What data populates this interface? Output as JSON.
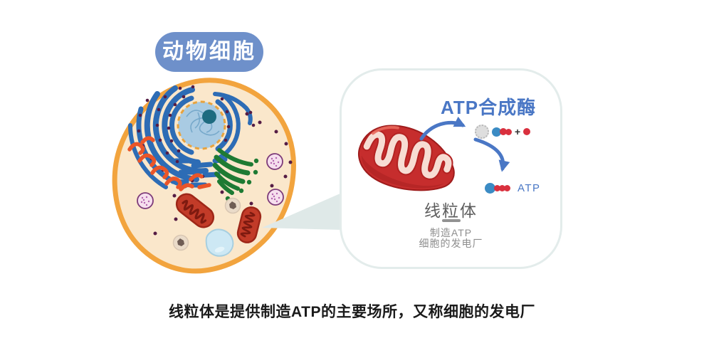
{
  "title_badge": {
    "label": "动物细胞"
  },
  "callout": {
    "enzyme_title": "ATP合成酶",
    "plus_sign": "+",
    "atp_label": "ATP",
    "organelle_name": "线粒体",
    "function_line1": "制造ATP",
    "function_line2": "细胞的发电厂"
  },
  "caption": "线粒体是提供制造ATP的主要场所，又称细胞的发电厂",
  "colors": {
    "badge-blue": "#6e90ca",
    "accent-blue": "#4a77c5",
    "molecule-blue": "#3b8bc4",
    "molecule-red": "#d9303e",
    "membrane-orange": "#f2a43e",
    "cytoplasm": "#fae7cb",
    "er-blue": "#2d6cb5",
    "ser-orange": "#ea5528",
    "golgi-green": "#1e7a33",
    "mito-red": "#c23b28",
    "mito-dark": "#7e1a10",
    "detail-mito-red": "#c62d2d",
    "cristae-pink": "#f7dcd3",
    "box-border": "#e3eceb",
    "connector-fill": "#dfe9e8",
    "label-gray": "#5e5e5e",
    "sublabel-gray": "#8e8e8e",
    "caption-black": "#1a1a1a",
    "nucleus-blue": "#a9cbe3",
    "nucleolus-teal": "#1e6b80",
    "ribosome-purple": "#551c44",
    "lysosome-pink": "#f6dfee",
    "vacuole-blue": "#cde8f4"
  }
}
